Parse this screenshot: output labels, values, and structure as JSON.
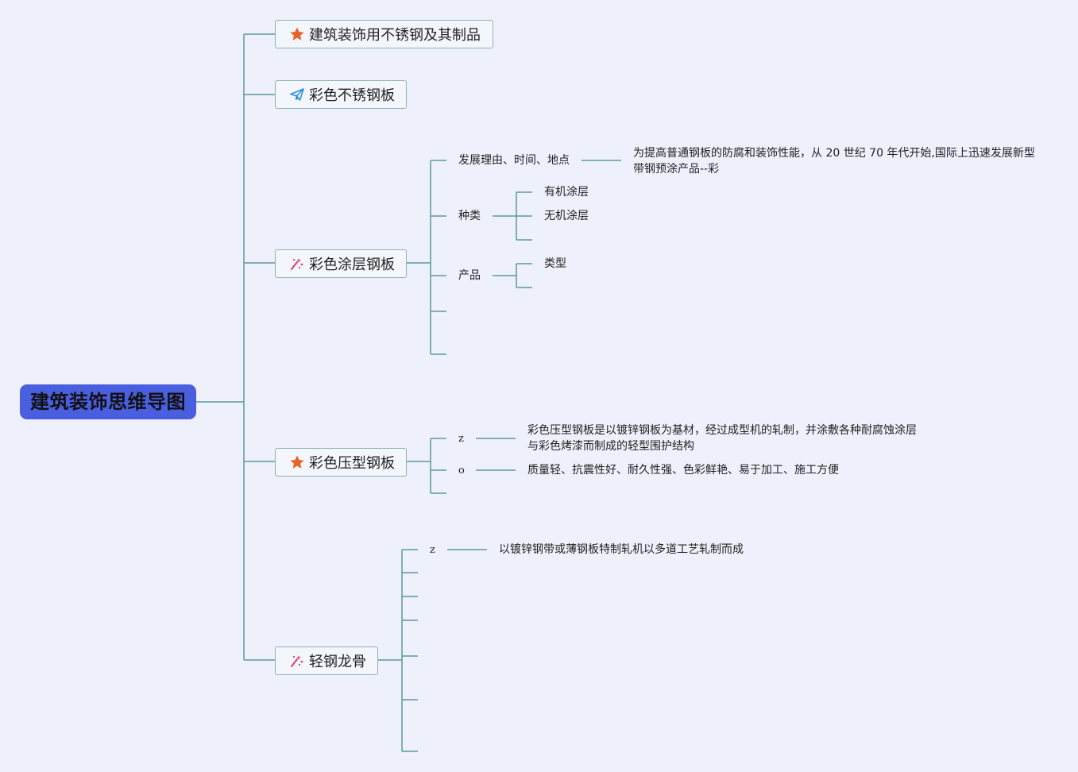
{
  "root": {
    "label": "建筑装饰思维导图"
  },
  "branches": {
    "b1": {
      "label": "建筑装饰用不锈钢及其制品",
      "icon": "star-icon"
    },
    "b2": {
      "label": "彩色不锈钢板",
      "icon": "paper-plane-icon"
    },
    "b3": {
      "label": "彩色涂层钢板",
      "icon": "sparkle-icon"
    },
    "b4": {
      "label": "彩色压型钢板",
      "icon": "star-icon"
    },
    "b5": {
      "label": "轻钢龙骨",
      "icon": "sparkle-icon"
    }
  },
  "b3_children": {
    "reason": "发展理由、时间、地点",
    "reason_detail_line1": "为提高普通钢板的防腐和装饰性能，从 20 世纪 70 年代开始,国际上迅速发展新型",
    "reason_detail_line2": "带钢预涂产品--彩",
    "types": "种类",
    "types_organic": "有机涂层",
    "types_inorganic": "无机涂层",
    "products": "产品",
    "products_type": "类型"
  },
  "b4_children": {
    "z": "z",
    "z_detail_line1": "彩色压型钢板是以镀锌钢板为基材，经过成型机的轧制，并涂敷各种耐腐蚀涂层",
    "z_detail_line2": "与彩色烤漆而制成的轻型围护结构",
    "o": "o",
    "o_detail": "质量轻、抗震性好、耐久性强、色彩鲜艳、易于加工、施工方便"
  },
  "b5_children": {
    "z": "z",
    "z_detail": "以镀锌钢带或薄钢板特制轧机以多道工艺轧制而成"
  },
  "colors": {
    "background": "#eef0fb",
    "root": "#4a5fe0",
    "connector": "#5a9a9a",
    "star": "#e8622a",
    "plane": "#2b8fd6",
    "sparkle": "#e23b6a"
  }
}
